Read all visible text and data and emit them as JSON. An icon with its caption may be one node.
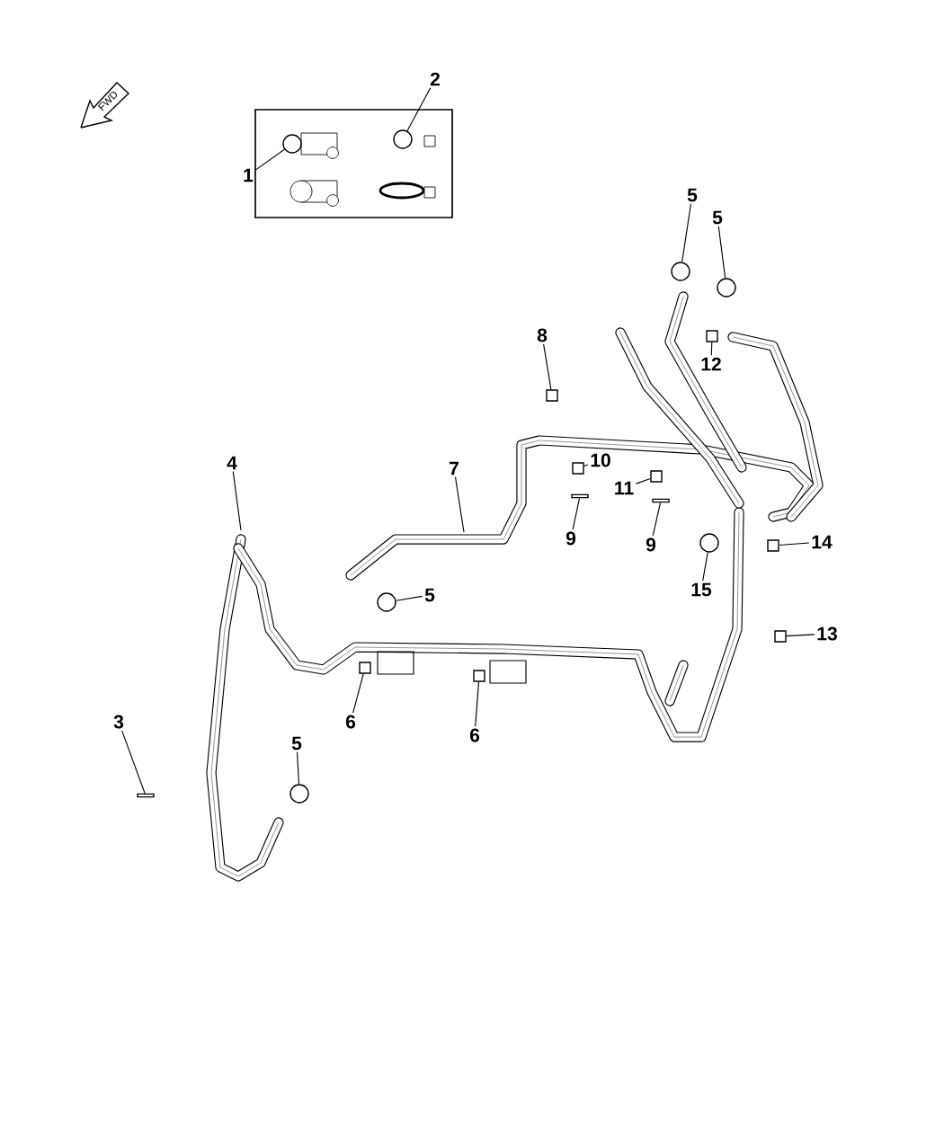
{
  "diagram": {
    "nodes": [
      {
        "text": [
          "2"
        ]
      },
      {
        "text": [
          "1"
        ]
      },
      {
        "text": [
          "5"
        ]
      },
      {
        "text": [
          "5"
        ]
      },
      {
        "text": [
          "8"
        ]
      },
      {
        "text": [
          "12"
        ]
      },
      {
        "text": [
          "4"
        ]
      },
      {
        "text": [
          "10"
        ]
      },
      {
        "text": [
          "11"
        ]
      },
      {
        "text": [
          "7"
        ]
      },
      {
        "text": [
          "9"
        ]
      },
      {
        "text": [
          "9"
        ]
      },
      {
        "text": [
          "14"
        ]
      },
      {
        "text": [
          "15"
        ]
      },
      {
        "text": [
          "5"
        ]
      },
      {
        "text": [
          "13"
        ]
      },
      {
        "text": [
          "6"
        ]
      },
      {
        "text": [
          "3"
        ]
      },
      {
        "text": [
          "6"
        ]
      },
      {
        "text": [
          "5"
        ]
      },
      {
        "text": [],
        "shape": "circle"
      },
      {
        "text": [],
        "shape": "circle"
      },
      {
        "text": [],
        "shape": "circle"
      },
      {
        "text": [],
        "shape": "circle"
      },
      {
        "text": [],
        "shape": "box"
      },
      {
        "text": [],
        "shape": "box"
      },
      {
        "text": [],
        "shape": "box"
      },
      {
        "text": [],
        "shape": "box"
      },
      {
        "text": [],
        "shape": "bar"
      },
      {
        "text": [],
        "shape": "bar"
      },
      {
        "text": [],
        "shape": "box"
      },
      {
        "text": [],
        "shape": "circle"
      },
      {
        "text": [],
        "shape": "circle"
      },
      {
        "text": [],
        "shape": "box"
      },
      {
        "text": [],
        "shape": "box"
      },
      {
        "text": [],
        "shape": "bar"
      },
      {
        "text": [],
        "shape": "box"
      },
      {
        "text": [],
        "shape": "circle"
      }
    ],
    "edges": [
      {
        "from": 0,
        "to": 20,
        "arrow": "none"
      },
      {
        "from": 1,
        "to": 21,
        "arrow": "none"
      },
      {
        "from": 2,
        "to": 22,
        "arrow": "none"
      },
      {
        "from": 3,
        "to": 23,
        "arrow": "none"
      },
      {
        "from": 4,
        "to": 24,
        "arrow": "none"
      },
      {
        "from": 5,
        "to": 25,
        "arrow": "none"
      },
      {
        "from": 6,
        "to": null,
        "arrow": "none"
      },
      {
        "from": 7,
        "to": 26,
        "arrow": "none"
      },
      {
        "from": 8,
        "to": 27,
        "arrow": "none"
      },
      {
        "from": 9,
        "to": null,
        "arrow": "none"
      },
      {
        "from": 10,
        "to": 28,
        "arrow": "none"
      },
      {
        "from": 11,
        "to": 29,
        "arrow": "none"
      },
      {
        "from": 12,
        "to": 30,
        "arrow": "none"
      },
      {
        "from": 13,
        "to": 31,
        "arrow": "none"
      },
      {
        "from": 14,
        "to": 32,
        "arrow": "none"
      },
      {
        "from": 15,
        "to": 33,
        "arrow": "none"
      },
      {
        "from": 16,
        "to": 34,
        "arrow": "none"
      },
      {
        "from": 17,
        "to": 35,
        "arrow": "none"
      },
      {
        "from": 18,
        "to": 36,
        "arrow": "none"
      },
      {
        "from": 19,
        "to": 37,
        "arrow": "none"
      }
    ],
    "labels": [
      "FWD"
    ]
  }
}
